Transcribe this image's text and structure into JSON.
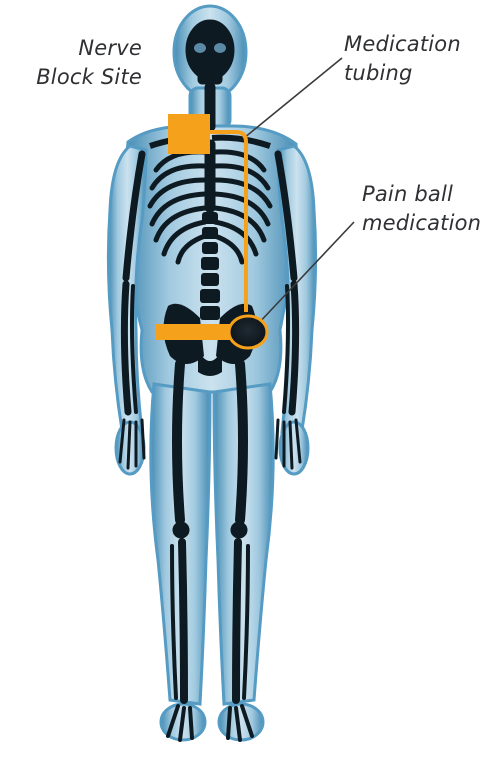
{
  "labels": {
    "nerve_block_site": [
      "Nerve",
      "Block Site"
    ],
    "medication_tubing": [
      "Medication",
      "tubing"
    ],
    "pain_ball_medication": [
      "Pain ball",
      "medication"
    ]
  },
  "colors": {
    "device_orange": "#f6a11b",
    "leader_line": "#3a3a3a",
    "body_glow": "#5aa6cf",
    "body_fill": "#a9cde2",
    "bone": "#0e1a22"
  }
}
